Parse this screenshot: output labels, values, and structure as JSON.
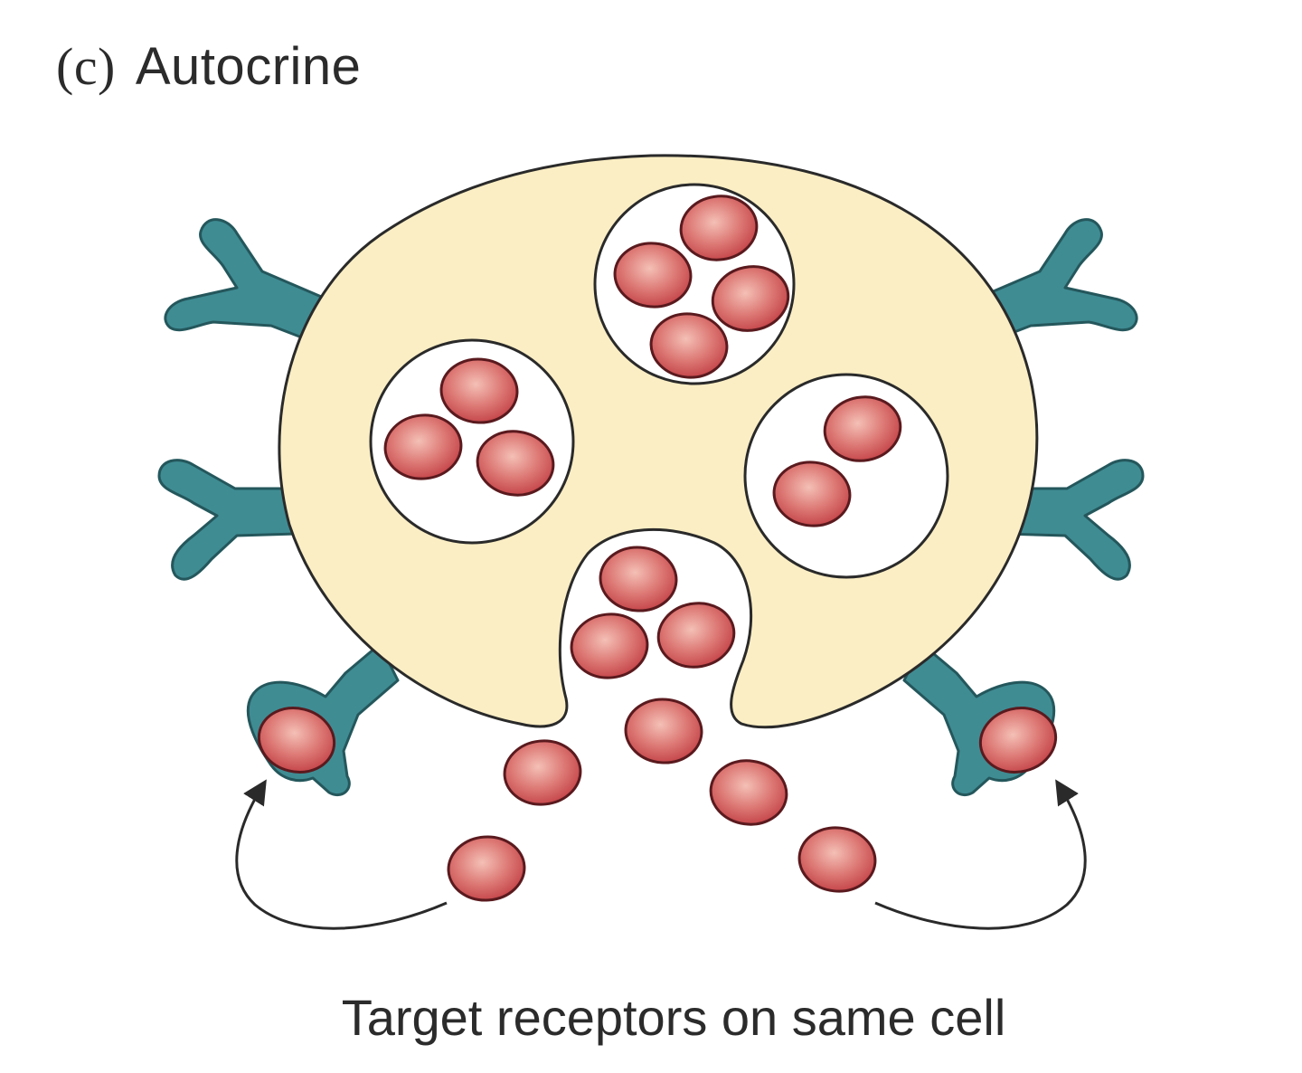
{
  "panel": {
    "letter": "(c)",
    "title": "Autocrine"
  },
  "caption": "Target receptors on same cell",
  "colors": {
    "cell_fill": "#fbeec4",
    "receptor_fill": "#3f8c93",
    "molecule_fill": "#d05b5d",
    "molecule_highlight": "#f2b6ad",
    "outline": "#2a2a2a"
  }
}
